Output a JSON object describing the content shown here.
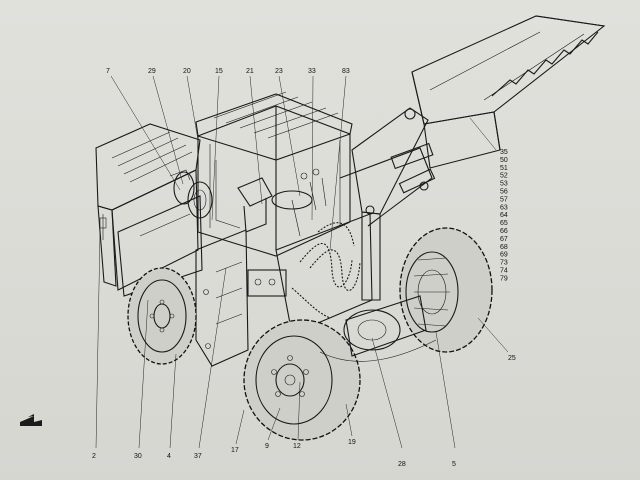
{
  "figure_number": "1",
  "callouts": {
    "top": [
      "7",
      "29",
      "20",
      "15",
      "21",
      "23",
      "33",
      "83"
    ],
    "bottom": [
      "2",
      "30",
      "4",
      "37",
      "17",
      "9",
      "12",
      "19",
      "28",
      "5"
    ],
    "right_side": [
      "25"
    ],
    "bucket_list": [
      "35",
      "50",
      "51",
      "52",
      "53",
      "56",
      "57",
      "63",
      "64",
      "65",
      "66",
      "67",
      "68",
      "69",
      "73",
      "74",
      "79"
    ]
  },
  "colors": {
    "paper": "#dcdcd7",
    "ink": "#1a1a1a"
  },
  "icons": {
    "figure_marker": "figure-number-glyph"
  }
}
